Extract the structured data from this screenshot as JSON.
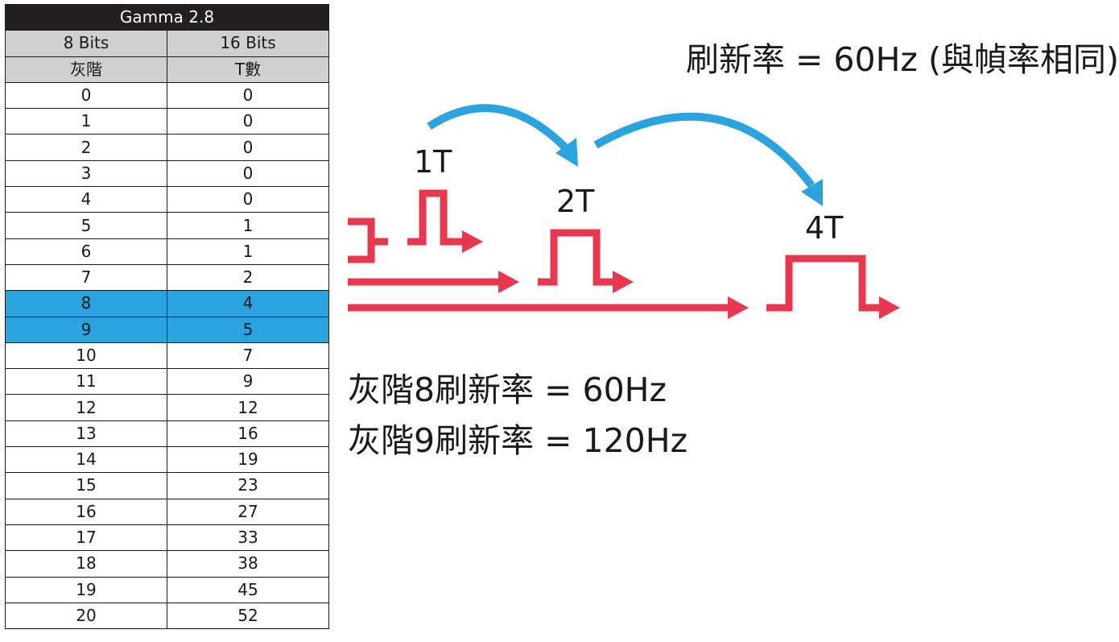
{
  "table": {
    "title": "Gamma 2.8",
    "headers": [
      {
        "col1": "8 Bits",
        "col2": "16 Bits"
      },
      {
        "col1": "灰階",
        "col2": "T數"
      }
    ],
    "rows": [
      {
        "gray": "0",
        "t": "0",
        "highlight": false
      },
      {
        "gray": "1",
        "t": "0",
        "highlight": false
      },
      {
        "gray": "2",
        "t": "0",
        "highlight": false
      },
      {
        "gray": "3",
        "t": "0",
        "highlight": false
      },
      {
        "gray": "4",
        "t": "0",
        "highlight": false
      },
      {
        "gray": "5",
        "t": "1",
        "highlight": false
      },
      {
        "gray": "6",
        "t": "1",
        "highlight": false
      },
      {
        "gray": "7",
        "t": "2",
        "highlight": false
      },
      {
        "gray": "8",
        "t": "4",
        "highlight": true
      },
      {
        "gray": "9",
        "t": "5",
        "highlight": true
      },
      {
        "gray": "10",
        "t": "7",
        "highlight": false
      },
      {
        "gray": "11",
        "t": "9",
        "highlight": false
      },
      {
        "gray": "12",
        "t": "12",
        "highlight": false
      },
      {
        "gray": "13",
        "t": "16",
        "highlight": false
      },
      {
        "gray": "14",
        "t": "19",
        "highlight": false
      },
      {
        "gray": "15",
        "t": "23",
        "highlight": false
      },
      {
        "gray": "16",
        "t": "27",
        "highlight": false
      },
      {
        "gray": "17",
        "t": "33",
        "highlight": false
      },
      {
        "gray": "18",
        "t": "38",
        "highlight": false
      },
      {
        "gray": "19",
        "t": "45",
        "highlight": false
      },
      {
        "gray": "20",
        "t": "52",
        "highlight": false
      }
    ]
  },
  "diagram": {
    "pulse_labels": [
      "1T",
      "2T",
      "4T"
    ],
    "refresh_rate_note": "刷新率 = 60Hz (與幀率相同)",
    "gray8_rate": "灰階8刷新率 = 60Hz",
    "gray9_rate": "灰階9刷新率 = 120Hz"
  },
  "colors": {
    "pulse": "#e8384f",
    "arc": "#2aa3de",
    "highlight_row": "#2aa3de",
    "title_bg": "#231f20",
    "header_bg": "#d0d0d0"
  }
}
